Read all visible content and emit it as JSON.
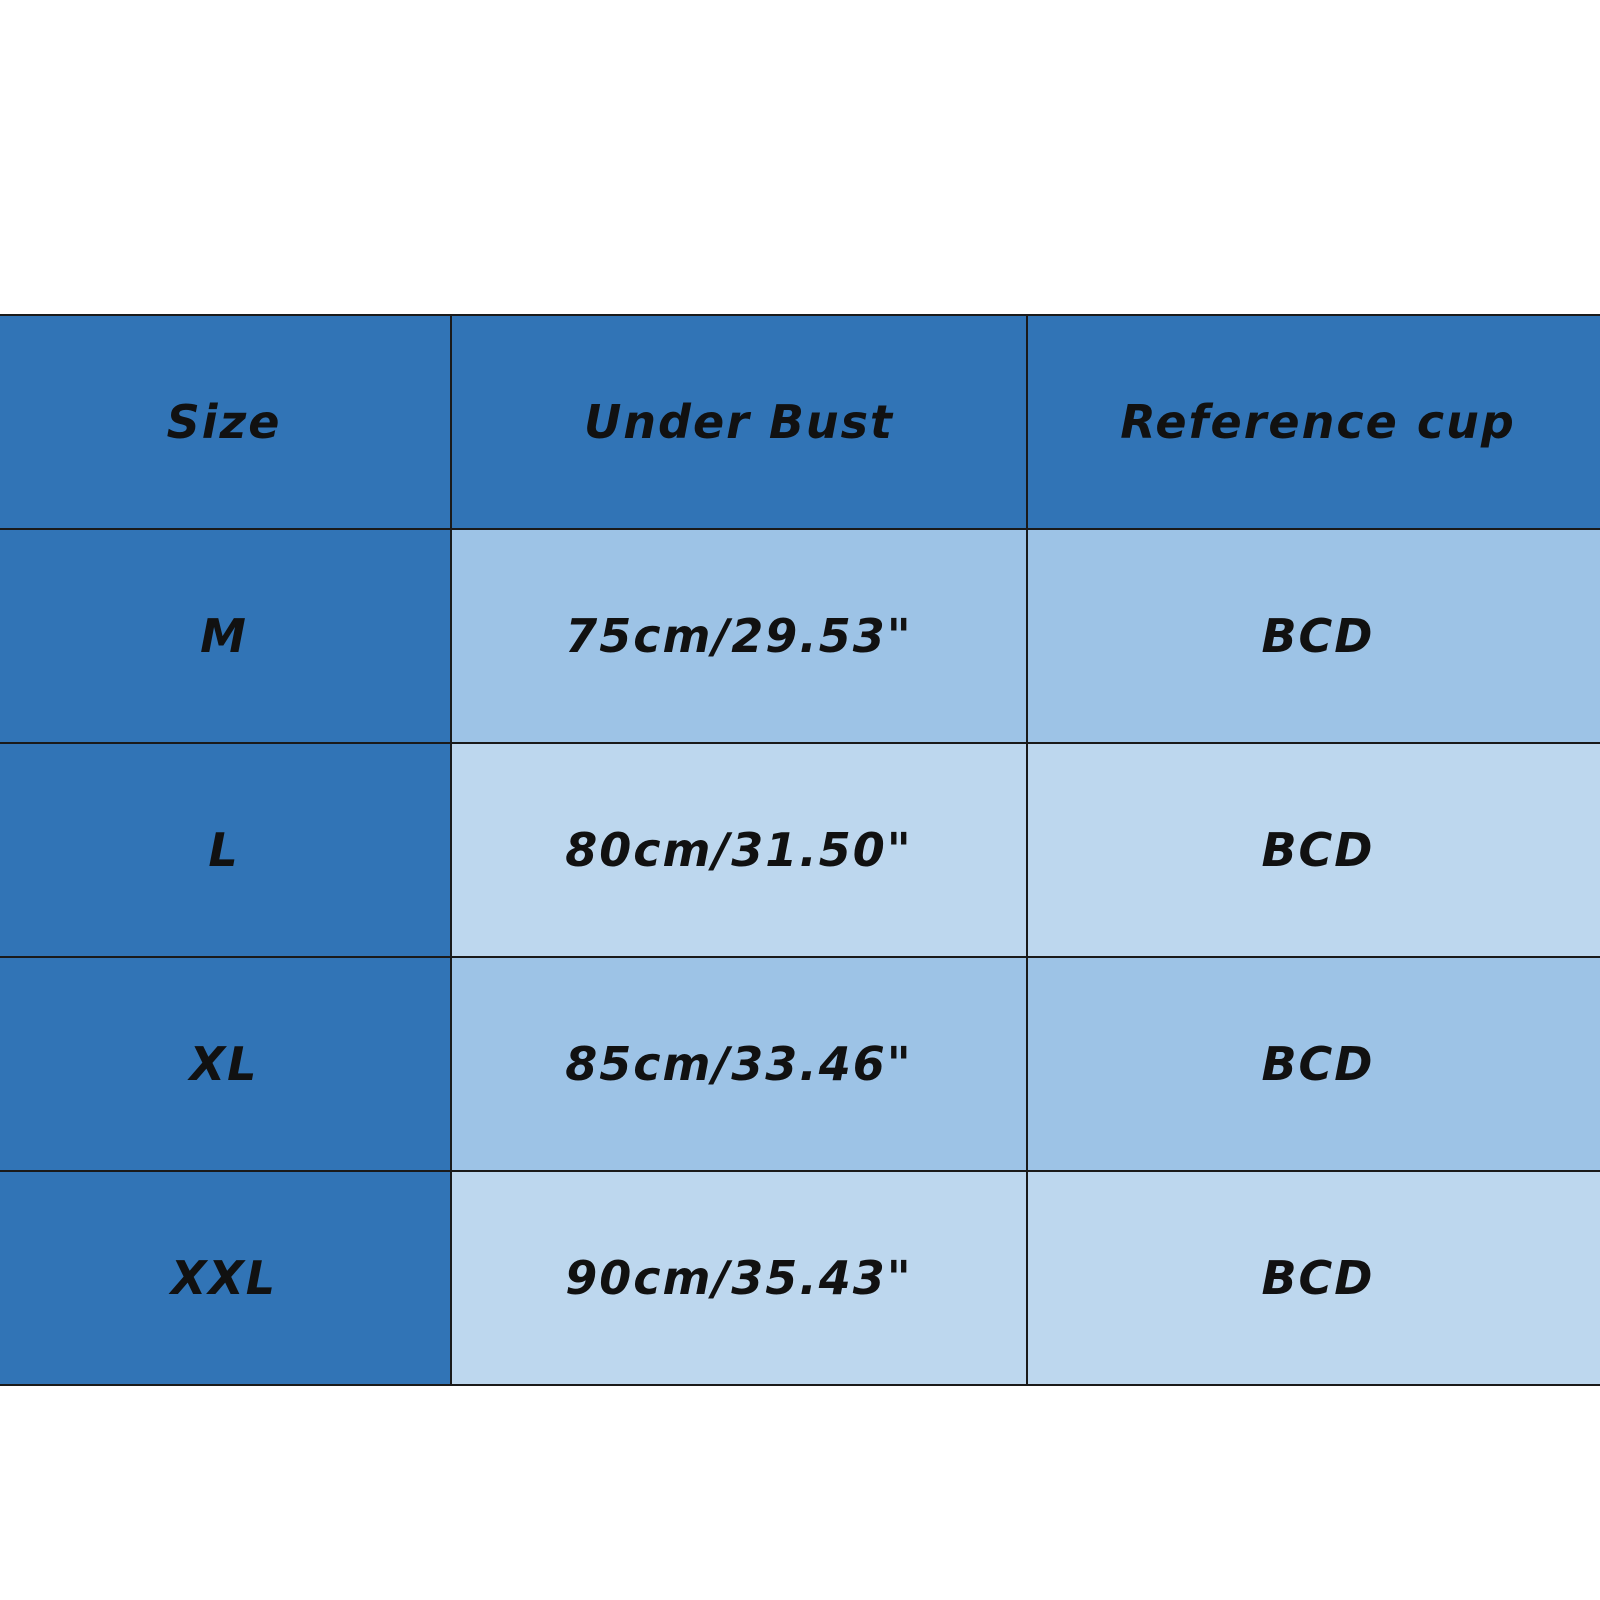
{
  "table": {
    "headers": [
      "Size",
      "Under Bust",
      "Reference cup"
    ],
    "rows": [
      {
        "size": "M",
        "under_bust": "75cm/29.53\"",
        "cup": "BCD"
      },
      {
        "size": "L",
        "under_bust": "80cm/31.50\"",
        "cup": "BCD"
      },
      {
        "size": "XL",
        "under_bust": "85cm/33.46\"",
        "cup": "BCD"
      },
      {
        "size": "XXL",
        "under_bust": "90cm/35.43\"",
        "cup": "BCD"
      }
    ]
  },
  "colors": {
    "header_blue": "#3174b6",
    "row_light_1": "#9dc3e6",
    "row_light_2": "#bdd7ee"
  }
}
